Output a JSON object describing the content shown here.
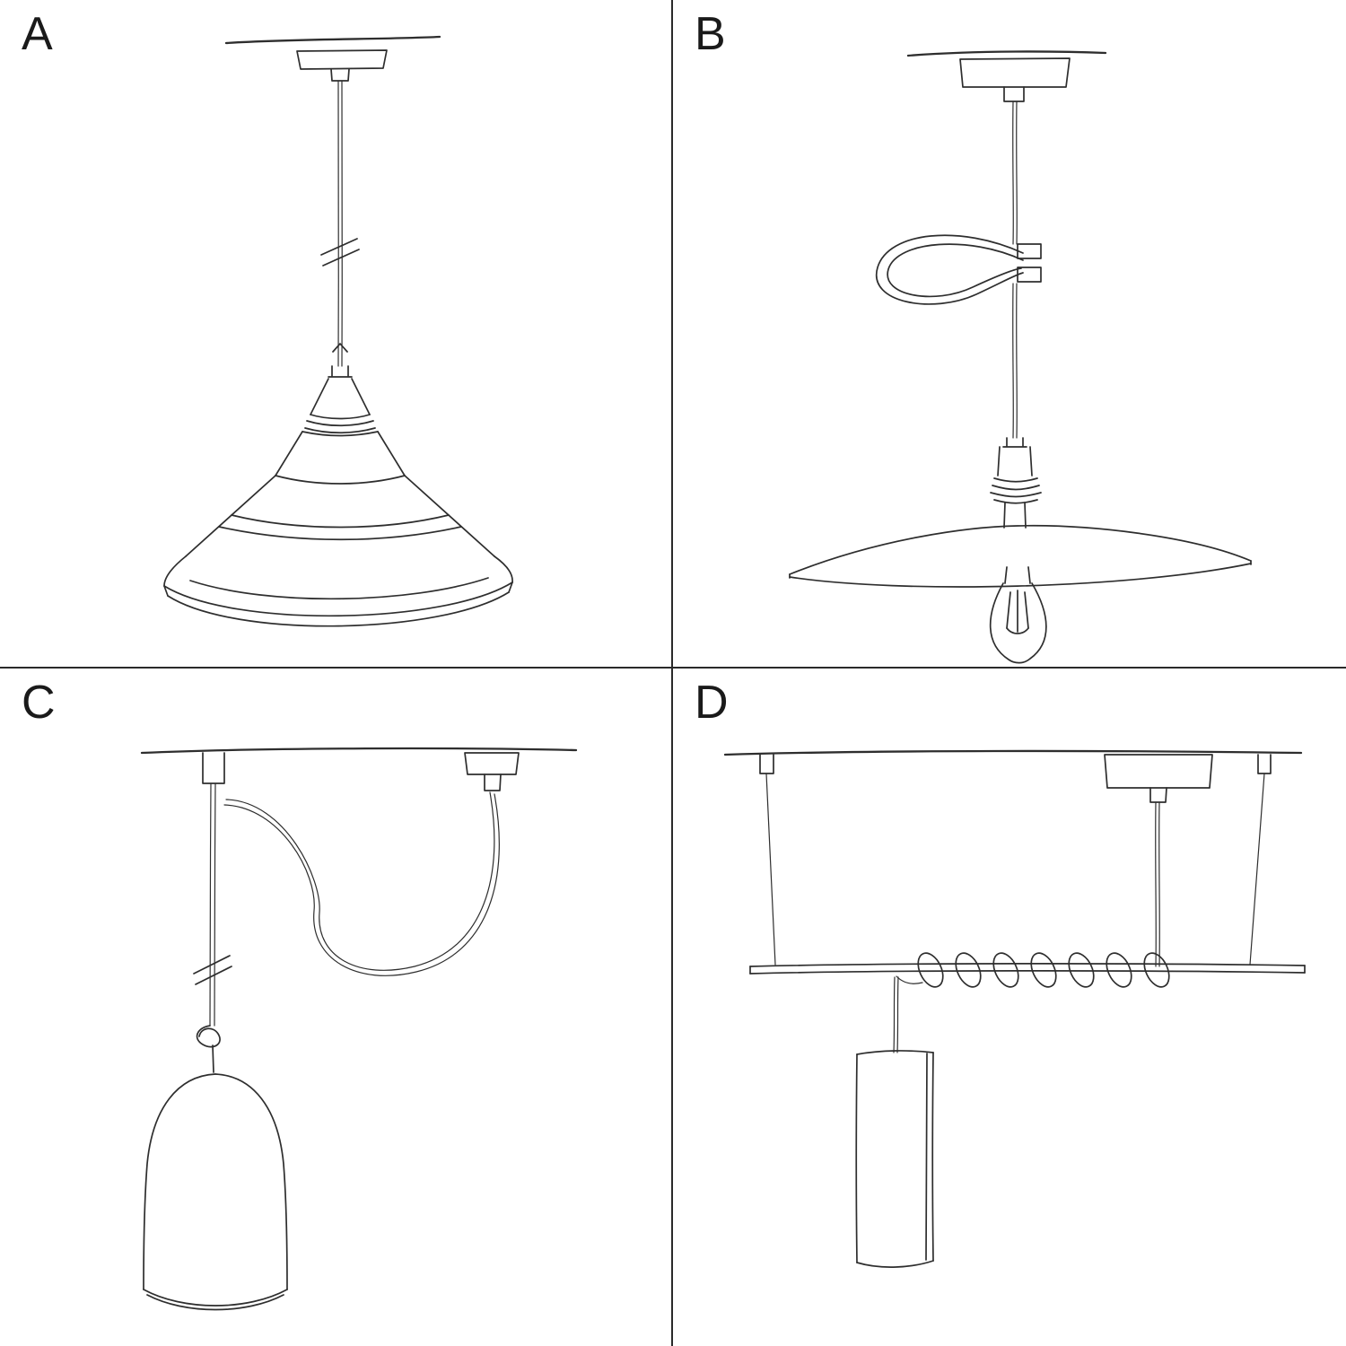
{
  "page": {
    "background": "#ffffff",
    "ink": "#2e2e2e",
    "divider_color": "#2a2a2a",
    "label_color": "#1a1a1a"
  },
  "panels": [
    {
      "label": "A",
      "name": "pendant-with-bistro-shade"
    },
    {
      "label": "B",
      "name": "pendant-flat-shade-exposed-bulb-cable-tie"
    },
    {
      "label": "C",
      "name": "swag-pendant-with-bell-shade"
    },
    {
      "label": "D",
      "name": "suspended-bar-pendant-cylinder-shade"
    }
  ]
}
